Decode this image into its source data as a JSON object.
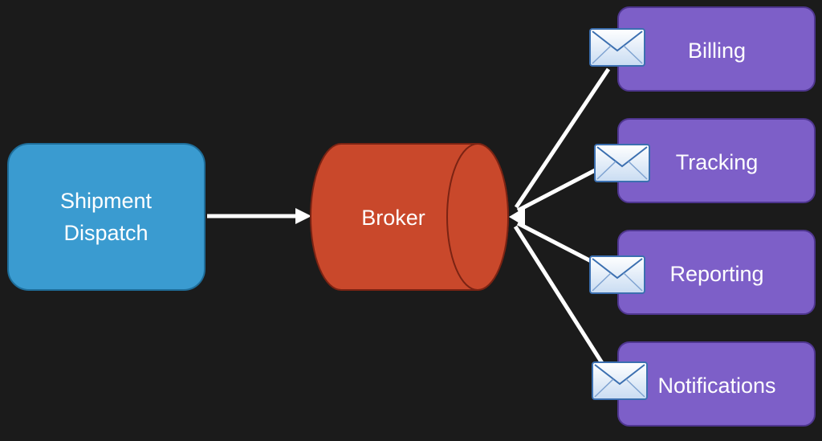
{
  "diagram": {
    "background": "#1b1b1b",
    "producer": {
      "lines": [
        "Shipment",
        "Dispatch"
      ],
      "color": "#3a9bd0",
      "border": "#1e6d99"
    },
    "broker": {
      "label": "Broker",
      "color": "#c9482b",
      "border": "#7a2313"
    },
    "consumers": [
      {
        "label": "Billing"
      },
      {
        "label": "Tracking"
      },
      {
        "label": "Reporting"
      },
      {
        "label": "Notifications"
      }
    ],
    "consumer_color": "#7d5fc8",
    "consumer_border": "#4f3690",
    "connector_color": "#ffffff",
    "message_icon": "envelope-icon"
  }
}
